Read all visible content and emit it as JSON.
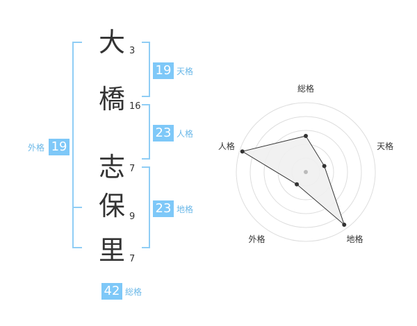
{
  "name": {
    "characters": [
      {
        "char": "大",
        "strokes": "3"
      },
      {
        "char": "橋",
        "strokes": "16"
      },
      {
        "char": "志",
        "strokes": "7"
      },
      {
        "char": "保",
        "strokes": "9"
      },
      {
        "char": "里",
        "strokes": "7"
      }
    ]
  },
  "fortune": {
    "tenkaku": {
      "value": "19",
      "label": "天格"
    },
    "jinkaku": {
      "value": "23",
      "label": "人格"
    },
    "chikaku": {
      "value": "23",
      "label": "地格"
    },
    "gaikaku": {
      "value": "19",
      "label": "外格"
    },
    "soukaku": {
      "value": "42",
      "label": "総格"
    }
  },
  "chart_data": {
    "type": "radar",
    "axes": [
      "総格",
      "天格",
      "地格",
      "外格",
      "人格"
    ],
    "values": [
      2.6,
      1.4,
      4.7,
      1.1,
      4.8
    ],
    "range": [
      0,
      5
    ],
    "rings": 5,
    "colors": {
      "fill": "#f0f0f0",
      "line": "#333333",
      "grid": "#dddddd",
      "center": "#bbbbbb"
    }
  },
  "colors": {
    "accent": "#7ec8f8",
    "label": "#6bb8e8"
  }
}
